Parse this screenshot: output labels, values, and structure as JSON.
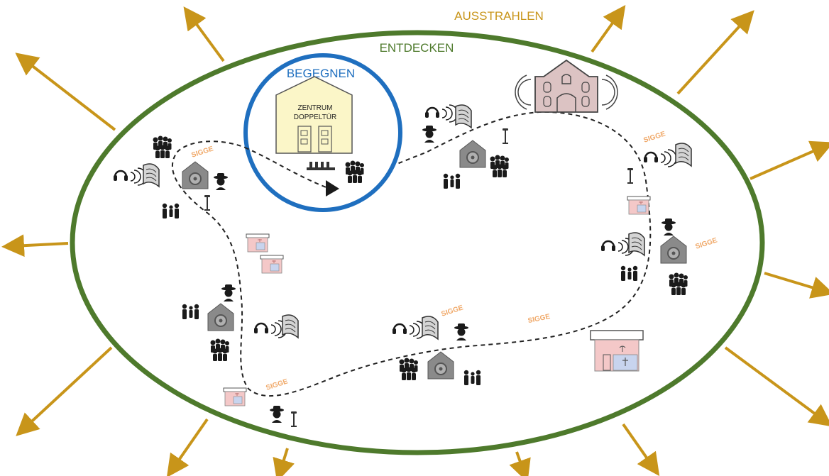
{
  "labels": {
    "outer": "AUSSTRAHLEN",
    "middle": "ENTDECKEN",
    "inner": "BEGEGNEN",
    "center_line1": "ZENTRUM",
    "center_line2": "DOPPELTÜR",
    "sigge": "SIGGE"
  },
  "colors": {
    "outer": "#c8951a",
    "middle": "#4e7a2c",
    "inner": "#1f6fbf",
    "sigge": "#f0a868",
    "center_fill": "#fbf6c8",
    "church_fill": "#dcc3c3",
    "shop_fill": "#f4c8c8",
    "path": "#222222",
    "icon": "#1a1a1a",
    "stop_gray": "#7a7a7a"
  }
}
